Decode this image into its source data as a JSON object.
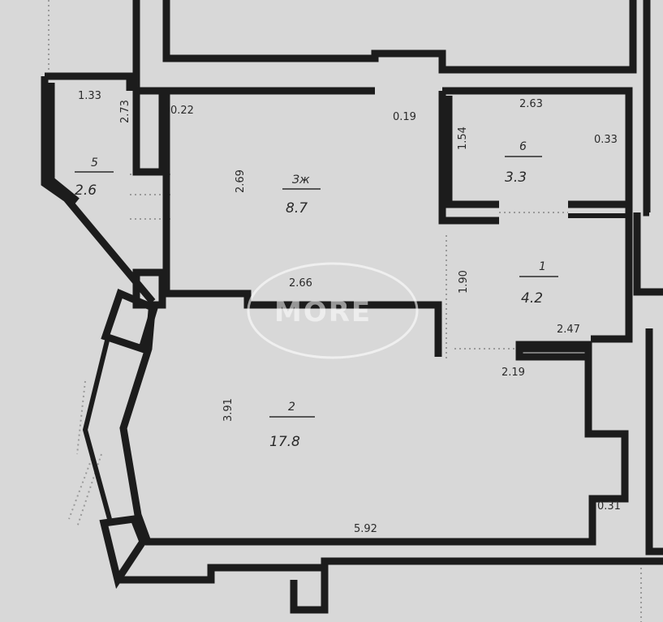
{
  "rooms": [
    {
      "id": "balcony",
      "number": "5",
      "area": "2.6"
    },
    {
      "id": "kitchen",
      "number": "Зж",
      "area": "8.7"
    },
    {
      "id": "bathroom",
      "number": "6",
      "area": "3.3"
    },
    {
      "id": "hall",
      "number": "1",
      "area": "4.2"
    },
    {
      "id": "living",
      "number": "2",
      "area": "17.8"
    }
  ],
  "dimensions": {
    "d_1_33": "1.33",
    "d_2_73": "2.73",
    "d_0_22": "0.22",
    "d_0_19": "0.19",
    "d_2_63": "2.63",
    "d_0_33": "0.33",
    "d_2_69": "2.69",
    "d_1_54": "1.54",
    "d_2_66": "2.66",
    "d_1_90": "1.90",
    "d_2_47": "2.47",
    "d_2_19": "2.19",
    "d_3_91": "3.91",
    "d_5_92": "5.92",
    "d_0_31": "0.31"
  },
  "watermark": "MORE"
}
